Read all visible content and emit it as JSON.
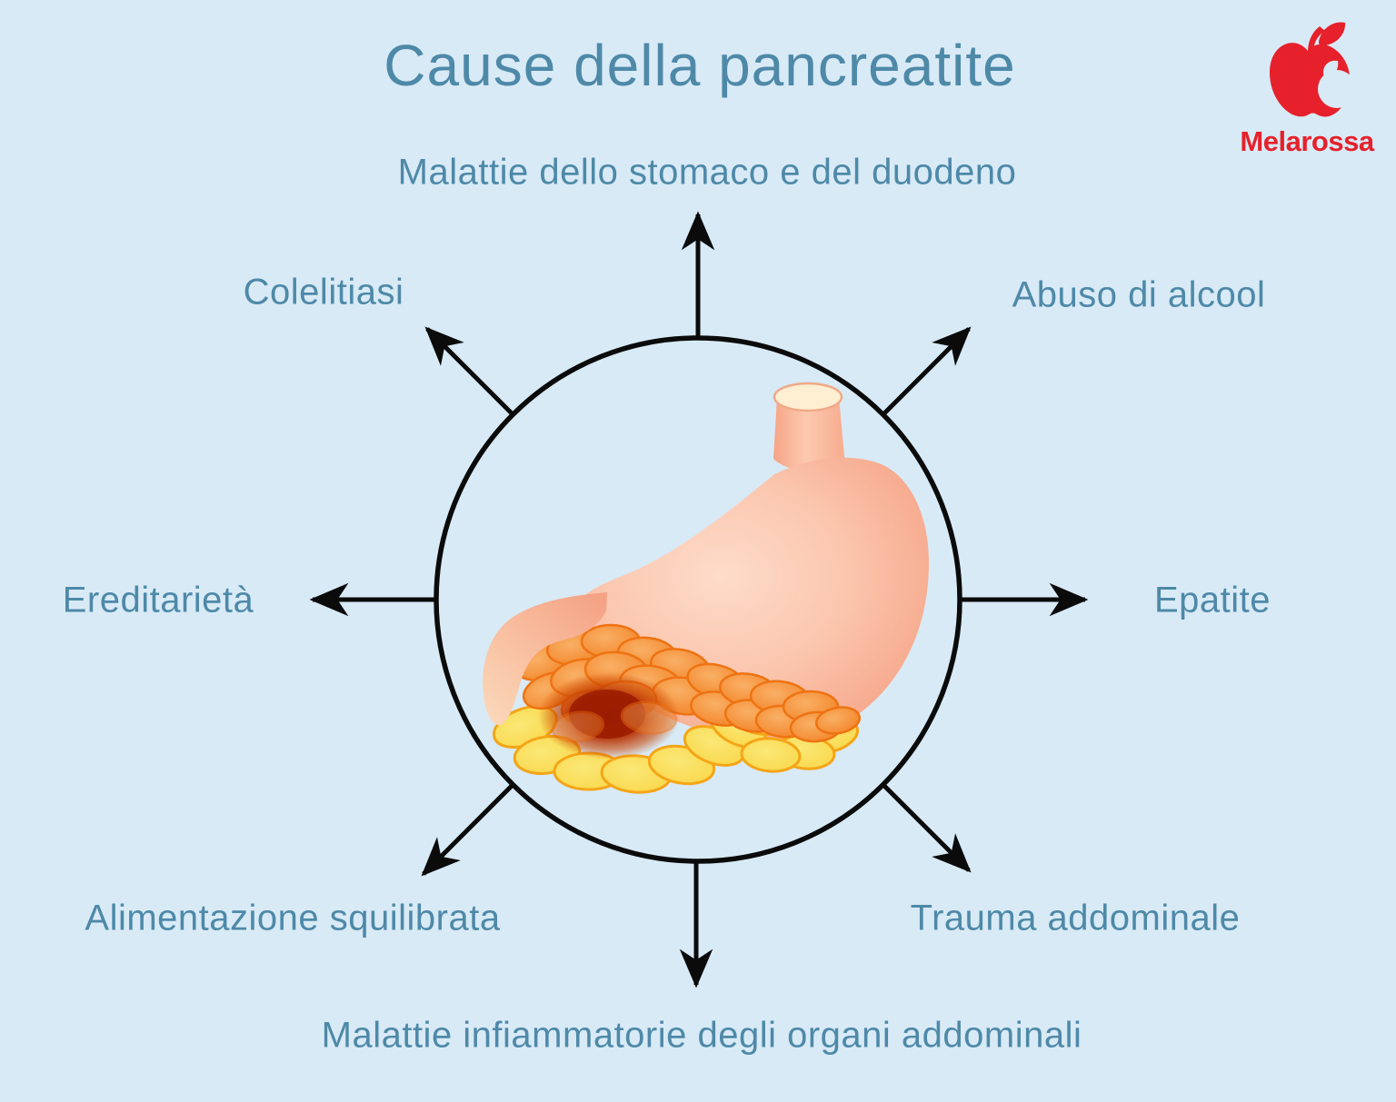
{
  "title": "Cause della pancreatite",
  "logo": {
    "brand": "Melarossa",
    "icon": "melarossa-apple-icon"
  },
  "causes": {
    "top": "Malattie dello stomaco e del duodeno",
    "top_left": "Colelitiasi",
    "top_right": "Abuso di alcool",
    "left": "Ereditarietà",
    "right": "Epatite",
    "bottom_left": "Alimentazione squilibrata",
    "bottom_right": "Trauma addominale",
    "bottom": "Malattie infiammatorie degli organi addominali"
  },
  "colors": {
    "background": "#d8eaf6",
    "text": "#4e89a8",
    "arrow": "#0b0b0b",
    "logo_red": "#e6212b"
  }
}
